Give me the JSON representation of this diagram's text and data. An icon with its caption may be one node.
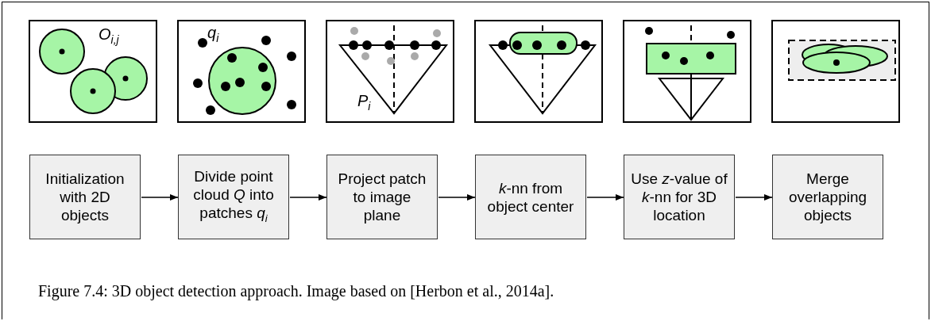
{
  "diagram": {
    "caption": "Figure 7.4: 3D object detection approach. Image based on [Herbon et al., 2014a].",
    "nodes": [
      {
        "text": [
          "O$_{i,j}$"
        ]
      },
      {
        "text": [
          "q$_{i}$"
        ]
      },
      {
        "text": [
          "P$_{i}$"
        ]
      },
      {
        "text": [],
        "shape": "picture"
      },
      {
        "text": [],
        "shape": "picture"
      },
      {
        "text": [],
        "shape": "picture"
      },
      {
        "text": [
          "Initialization with 2D objects"
        ]
      },
      {
        "text": [
          "Divide point cloud *Q* into patches *q*$_{i}$"
        ]
      },
      {
        "text": [
          "Project patch to image plane"
        ]
      },
      {
        "text": [
          "*k*-nn from object center"
        ]
      },
      {
        "text": [
          "Use *z*-value of *k*-nn for 3D location"
        ]
      },
      {
        "text": [
          "Merge overlapping objects"
        ]
      }
    ],
    "edges": [
      {
        "from": 6,
        "to": 7,
        "arrow": "to"
      },
      {
        "from": 7,
        "to": 8,
        "arrow": "to"
      },
      {
        "from": 8,
        "to": 9,
        "arrow": "to"
      },
      {
        "from": 9,
        "to": 10,
        "arrow": "to"
      },
      {
        "from": 10,
        "to": 11,
        "arrow": "to"
      }
    ]
  }
}
